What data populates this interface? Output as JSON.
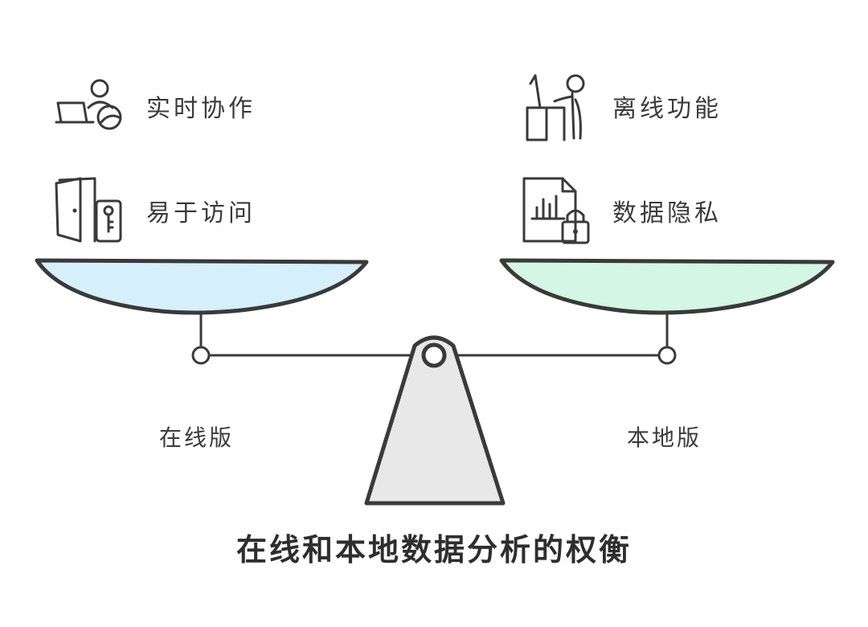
{
  "title": "在线和本地数据分析的权衡",
  "left": {
    "version_label": "在线版",
    "pan_color": "#d6f0fb",
    "features": [
      {
        "label": "实时协作",
        "icon": "collaboration-icon"
      },
      {
        "label": "易于访问",
        "icon": "door-key-icon"
      }
    ]
  },
  "right": {
    "version_label": "本地版",
    "pan_color": "#d3f7e4",
    "features": [
      {
        "label": "离线功能",
        "icon": "desk-worker-icon"
      },
      {
        "label": "数据隐私",
        "icon": "locked-document-icon"
      }
    ]
  },
  "fulcrum_color": "#e8e8e8"
}
